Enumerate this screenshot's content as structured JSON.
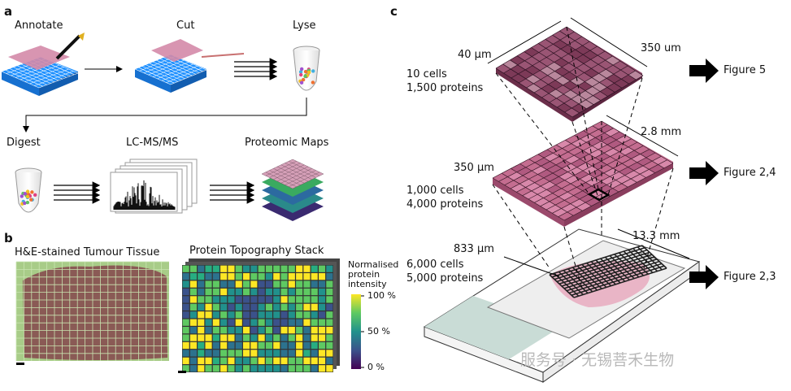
{
  "panel_a": {
    "label": "a",
    "steps": [
      "Annotate",
      "Cut",
      "Lyse",
      "Digest",
      "LC-MS/MS",
      "Proteomic Maps"
    ]
  },
  "panel_b": {
    "label": "b",
    "left_title": "H&E-stained Tumour Tissue",
    "right_title": "Protein Topography Stack",
    "colorbar": {
      "title_lines": [
        "Normalised",
        "protein",
        "intensity"
      ],
      "ticks": [
        "100 %",
        "50 %",
        "0 %"
      ]
    }
  },
  "panel_c": {
    "label": "c",
    "levels": [
      {
        "size_label": "40 μm",
        "dim_label": "350 um",
        "cells": "10 cells",
        "proteins": "1,500 proteins",
        "figure": "Figure 5"
      },
      {
        "size_label": "350 μm",
        "dim_label": "2.8 mm",
        "cells": "1,000 cells",
        "proteins": "4,000 proteins",
        "figure": "Figure 2,4"
      },
      {
        "size_label": "833 μm",
        "dim_label": "13.3 mm",
        "cells": "6,000 cells",
        "proteins": "5,000 proteins",
        "figure": "Figure 2,3"
      }
    ]
  },
  "watermark": "服务号 · 无锡菩禾生物",
  "colors": {
    "plate_blue": "#1e90ff",
    "tissue_pink": "#c77096",
    "tissue_dark": "#7a3a55",
    "he_tissue": "#8a5a55",
    "he_grid": "#a8cc88"
  }
}
